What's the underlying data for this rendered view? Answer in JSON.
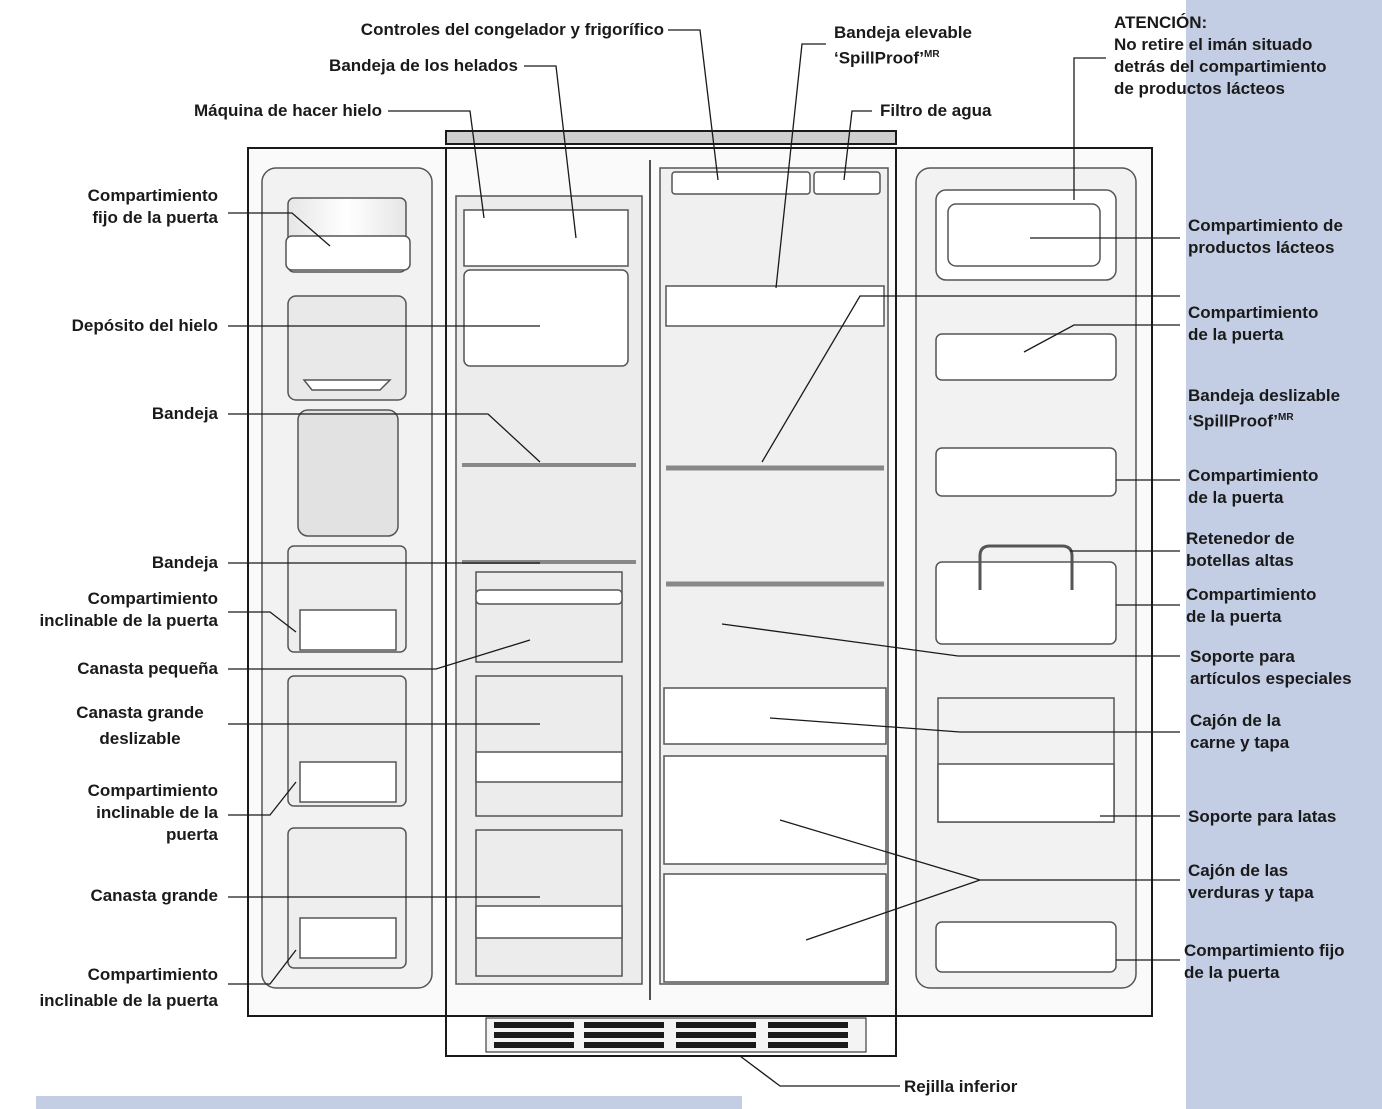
{
  "colors": {
    "side_panel": "#c3cde3",
    "bottom_bar": "#c3cde3",
    "line": "#1a1a1a",
    "fridge_fill": "#f3f3f3",
    "fridge_shade": "#dcdcdc"
  },
  "labels": {
    "controles": "Controles del congelador y frigorífico",
    "bandeja_helados": "Bandeja de los helados",
    "maquina_hielo": "Máquina de hacer hielo",
    "comp_fijo_puerta_left": "Compartimiento\nfijo de la puerta",
    "deposito_hielo": "Depósito del hielo",
    "bandeja_1": "Bandeja",
    "bandeja_2": "Bandeja",
    "comp_incl_1": "Compartimiento\ninclinable de la puerta",
    "canasta_pequena": "Canasta pequeña",
    "canasta_grande_desl": "Canasta grande\ndeslizable",
    "comp_incl_2": "Compartimiento\ninclinable de la\npuerta",
    "canasta_grande": "Canasta grande",
    "comp_incl_3": "Compartimiento\ninclinable de la puerta",
    "bandeja_elevable": "Bandeja elevable\n‘SpillProof’",
    "bandeja_elevable_sup": "MR",
    "filtro_agua": "Filtro de agua",
    "atencion": "ATENCIÓN:\nNo retire el imán situado\ndetrás del compartimiento\nde productos lácteos",
    "comp_lacteos": "Compartimiento de\nproductos lácteos",
    "comp_puerta_1": "Compartimiento\nde la puerta",
    "bandeja_deslizable": "Bandeja deslizable\n‘SpillProof’",
    "bandeja_deslizable_sup": "MR",
    "comp_puerta_2": "Compartimiento\nde la puerta",
    "retenedor": "Retenedor de\nbotellas altas",
    "comp_puerta_3": "Compartimiento\nde la puerta",
    "soporte_especiales": "Soporte para\nartículos especiales",
    "cajon_carne": "Cajón de la\ncarne y tapa",
    "soporte_latas": "Soporte para latas",
    "cajon_verduras": "Cajón de las\nverduras y tapa",
    "comp_fijo_puerta_right": "Compartimiento fijo\nde la puerta",
    "rejilla": "Rejilla inferior"
  }
}
